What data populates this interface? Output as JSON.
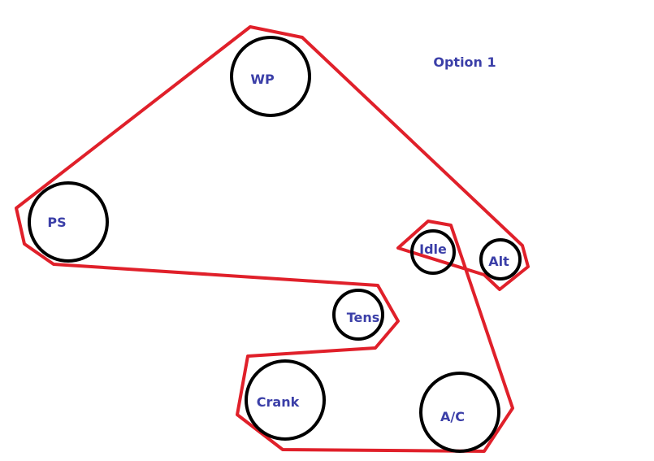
{
  "title": "Option 1",
  "colors": {
    "belt": "#e0202a",
    "pulley": "#000000",
    "label": "#3b3fa8",
    "background": "#ffffff"
  },
  "pulleys": [
    {
      "id": "wp",
      "label": "WP"
    },
    {
      "id": "ps",
      "label": "PS"
    },
    {
      "id": "idle",
      "label": "Idle"
    },
    {
      "id": "alt",
      "label": "Alt"
    },
    {
      "id": "tens",
      "label": "Tens"
    },
    {
      "id": "crank",
      "label": "Crank"
    },
    {
      "id": "ac",
      "label": "A/C"
    }
  ]
}
